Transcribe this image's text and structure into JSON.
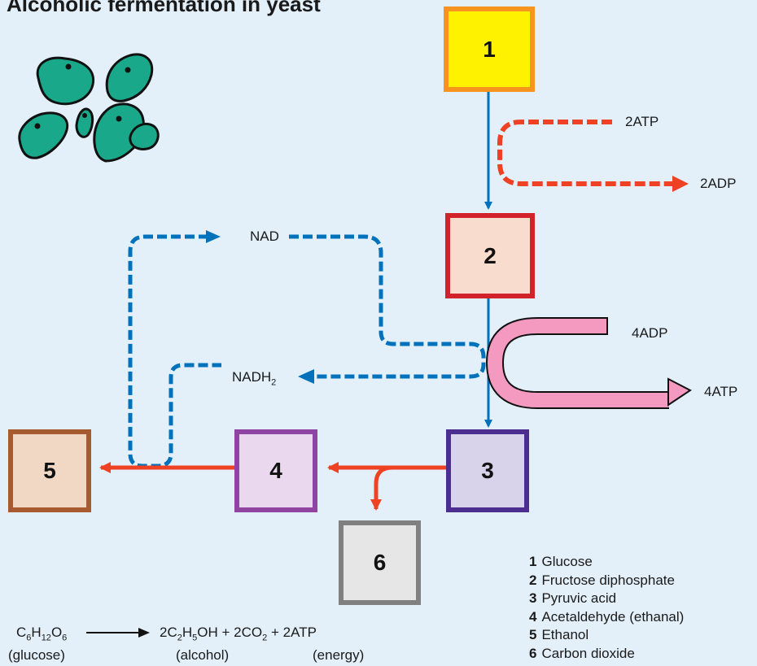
{
  "title": "Alcoholic fermentation in yeast",
  "boxes": [
    {
      "number": "1",
      "fill": "#fff200",
      "border": "#f7941d"
    },
    {
      "number": "2",
      "fill": "#f8dccd",
      "border": "#d2232a"
    },
    {
      "number": "3",
      "fill": "#d8d3ea",
      "border": "#4b2e8f"
    },
    {
      "number": "4",
      "fill": "#ead8ee",
      "border": "#8e44a0"
    },
    {
      "number": "5",
      "fill": "#f0d8c4",
      "border": "#a55a2f"
    },
    {
      "number": "6",
      "fill": "#e6e6e6",
      "border": "#808080"
    }
  ],
  "labels": {
    "atp_in": "2ATP",
    "adp_out": "2ADP",
    "adp_in": "4ADP",
    "atp_out": "4ATP",
    "nad": "NAD",
    "nadh_main": "NADH",
    "nadh_sub": "2"
  },
  "legend": [
    {
      "num": "1",
      "text": "Glucose"
    },
    {
      "num": "2",
      "text": "Fructose diphosphate"
    },
    {
      "num": "3",
      "text": "Pyruvic acid"
    },
    {
      "num": "4",
      "text": "Acetaldehyde (ethanal)"
    },
    {
      "num": "5",
      "text": "Ethanol"
    },
    {
      "num": "6",
      "text": "Carbon dioxide"
    }
  ],
  "equation": {
    "glucose": {
      "c": "C",
      "c_n": "6",
      "h": "H",
      "h_n": "12",
      "o": "O",
      "o_n": "6"
    },
    "product_1": {
      "coef": "2C",
      "c_n": "2",
      "h": "H",
      "h_n": "5",
      "rest": "OH"
    },
    "plus_1": "+",
    "product_2": {
      "coef": "2CO",
      "o_n": "2"
    },
    "plus_2": "+",
    "product_3": "2ATP",
    "caption_glucose": "(glucose)",
    "caption_alcohol": "(alcohol)",
    "caption_energy": "(energy)"
  },
  "colors": {
    "background": "#e3f0fa",
    "blue_arrow": "#0072bc",
    "red_arrow": "#ef4123",
    "pink_arrow": "#f49ac1",
    "yeast_cell": "#1aa88a"
  }
}
